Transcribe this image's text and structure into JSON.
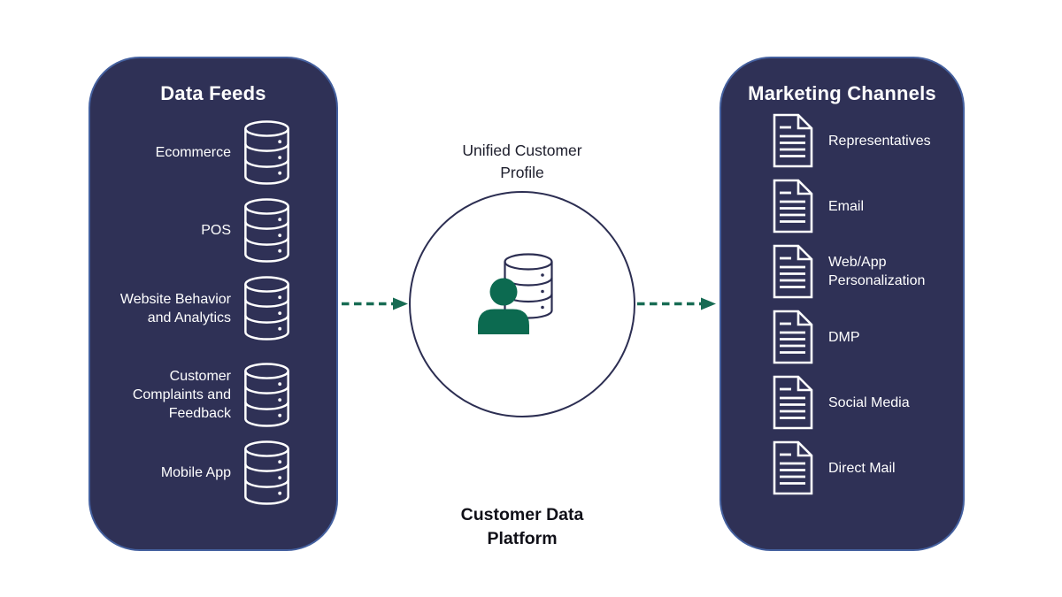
{
  "colors": {
    "panel_bg": "#2f3156",
    "panel_edge": "#44609f",
    "panel_text": "#ffffff",
    "accent_green": "#0c6a50",
    "arrow_green": "#176b53",
    "outline_navy": "#2c2e52",
    "heading_text": "#1d1e2c",
    "title_text": "#101018"
  },
  "left_panel": {
    "title": "Data Feeds",
    "item_icon": "database-icon",
    "items": [
      {
        "label": "Ecommerce"
      },
      {
        "label": "POS"
      },
      {
        "label": "Website Behavior and Analytics"
      },
      {
        "label": "Customer Complaints and Feedback"
      },
      {
        "label": "Mobile App"
      }
    ]
  },
  "center": {
    "profile_label": "Unified Customer Profile",
    "platform_label": "Customer Data Platform",
    "icon": "person-database-icon"
  },
  "right_panel": {
    "title": "Marketing Channels",
    "item_icon": "document-icon",
    "items": [
      {
        "label": "Representatives"
      },
      {
        "label": "Email"
      },
      {
        "label": "Web/App Personalization"
      },
      {
        "label": "DMP"
      },
      {
        "label": "Social Media"
      },
      {
        "label": "Direct Mail"
      }
    ]
  }
}
